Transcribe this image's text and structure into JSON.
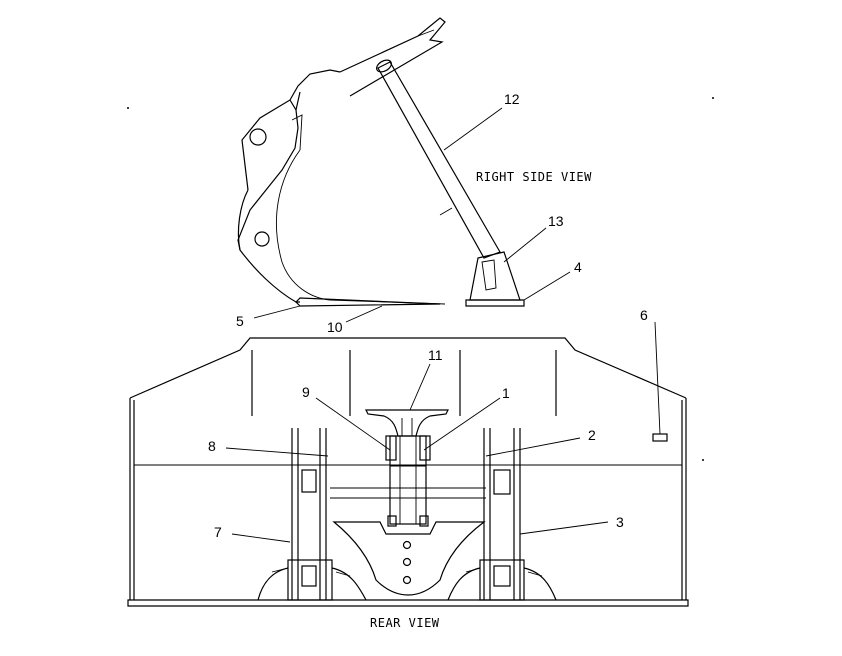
{
  "views": {
    "side": "RIGHT SIDE VIEW",
    "rear": "REAR VIEW"
  },
  "callouts": [
    "1",
    "2",
    "3",
    "4",
    "5",
    "6",
    "7",
    "8",
    "9",
    "10",
    "11",
    "12",
    "13"
  ],
  "colors": {
    "ink": "#000000",
    "paper": "#ffffff"
  }
}
